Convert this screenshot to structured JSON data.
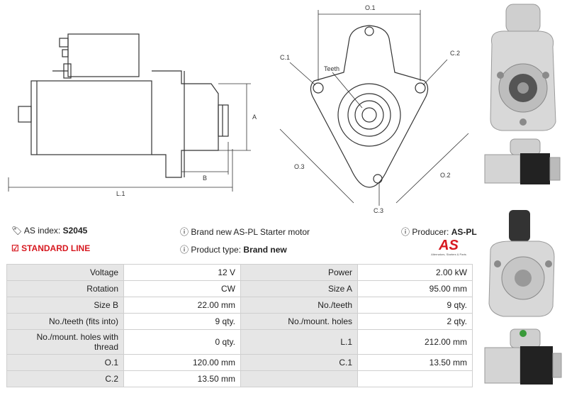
{
  "drawing": {
    "dim_A": "A",
    "dim_B": "B",
    "dim_L1": "L.1",
    "dim_O1": "O.1",
    "dim_O2": "O.2",
    "dim_O3": "O.3",
    "dim_C1": "C.1",
    "dim_C2": "C.2",
    "dim_C3": "C.3",
    "teeth": "Teeth"
  },
  "info": {
    "as_index_label": "AS index:",
    "as_index_value": "S2045",
    "standard_line": "STANDARD LINE",
    "description": "Brand new AS-PL Starter motor",
    "product_type_label": "Product type:",
    "product_type_value": "Brand new",
    "producer_label": "Producer:",
    "producer_value": "AS-PL",
    "logo_text": "AS",
    "logo_tagline": "Alternators, Starters & Parts"
  },
  "specs": [
    [
      "Voltage",
      "12 V",
      "Power",
      "2.00 kW"
    ],
    [
      "Rotation",
      "CW",
      "Size A",
      "95.00 mm"
    ],
    [
      "Size B",
      "22.00 mm",
      "No./teeth",
      "9 qty."
    ],
    [
      "No./teeth (fits into)",
      "9 qty.",
      "No./mount. holes",
      "2 qty."
    ],
    [
      "No./mount. holes with thread",
      "0 qty.",
      "L.1",
      "212.00 mm"
    ],
    [
      "O.1",
      "120.00 mm",
      "C.1",
      "13.50 mm"
    ],
    [
      "C.2",
      "13.50 mm",
      "",
      ""
    ]
  ],
  "colors": {
    "accent_red": "#d71920",
    "label_bg": "#e6e6e6"
  },
  "icons": [
    "tag-icon",
    "check-square-icon",
    "info-icon"
  ]
}
